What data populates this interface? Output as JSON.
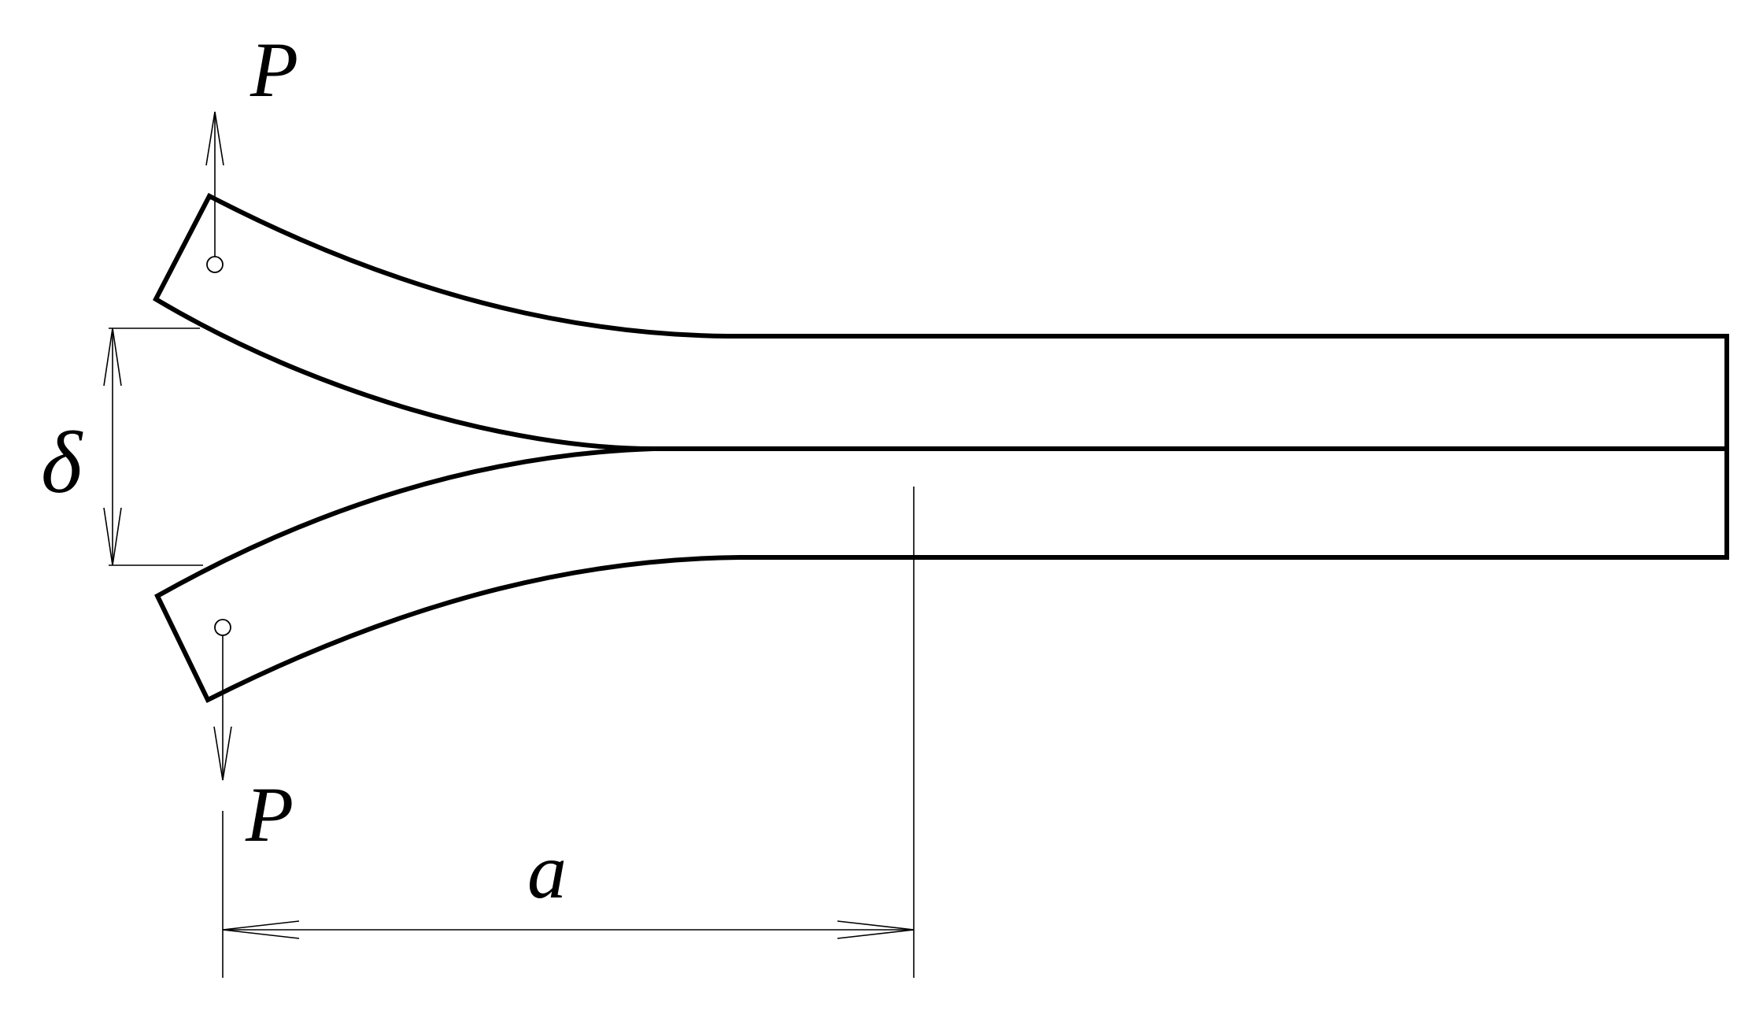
{
  "labels": {
    "load_top": "P",
    "load_bottom": "P",
    "opening_displacement": "δ",
    "crack_length": "a"
  },
  "colors": {
    "stroke": "#000000",
    "background": "#ffffff"
  }
}
